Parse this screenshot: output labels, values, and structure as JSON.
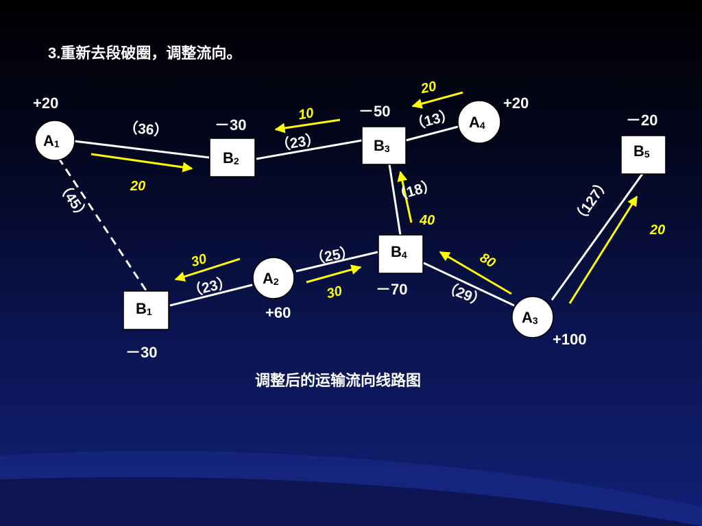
{
  "title": "3.重新去段破圈，调整流向。",
  "caption": "调整后的运输流向线路图",
  "nodes": {
    "A1": {
      "main": "A",
      "sub": "1",
      "supply": "+20"
    },
    "A2": {
      "main": "A",
      "sub": "2",
      "supply": "+60"
    },
    "A3": {
      "main": "A",
      "sub": "3",
      "supply": "+100"
    },
    "A4": {
      "main": "A",
      "sub": "4",
      "supply": "+20"
    },
    "B1": {
      "main": "B",
      "sub": "1",
      "supply": "－30"
    },
    "B2": {
      "main": "B",
      "sub": "2",
      "supply": "－30"
    },
    "B3": {
      "main": "B",
      "sub": "3",
      "supply": "－50"
    },
    "B4": {
      "main": "B",
      "sub": "4",
      "supply": "－70"
    },
    "B5": {
      "main": "B",
      "sub": "5",
      "supply": "－20"
    }
  },
  "distances": {
    "A1_B2": "（36）",
    "B2_B3": "（23）",
    "B3_A4": "（13）",
    "A1_B1": "（45）",
    "B3_B4": "（18）",
    "A3_B5": "（127）",
    "B1_A2": "（23）",
    "A2_B4": "（25）",
    "B4_A3": "（29）"
  },
  "flows": {
    "A1_B2": "20",
    "B2_B3": "10",
    "A4_B3": "20",
    "B4_B3": "40",
    "A3_B5": "20",
    "A2_B1": "30",
    "A2_B4": "30",
    "A3_B4": "80"
  },
  "colors": {
    "flow": "#ffff00",
    "edge": "#ffffff",
    "node_fill": "#ffffff"
  }
}
